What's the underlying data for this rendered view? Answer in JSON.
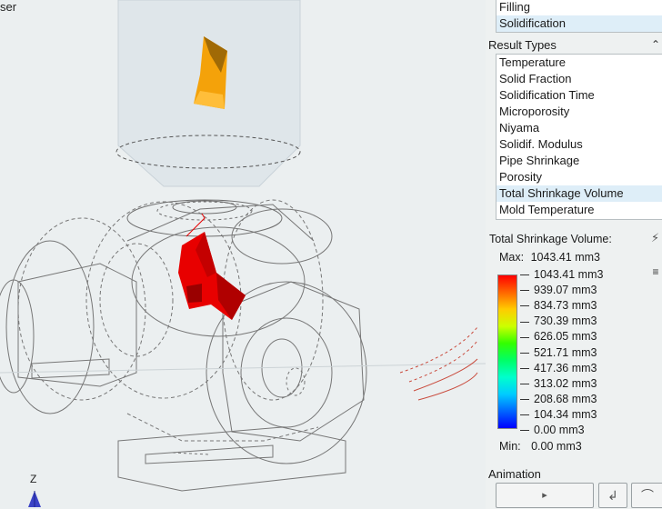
{
  "viewport": {
    "corner_label": "ser",
    "axis_label": "Z"
  },
  "top_list": {
    "items": [
      {
        "label": "Filling",
        "selected": false
      },
      {
        "label": "Solidification",
        "selected": true
      }
    ]
  },
  "result_types": {
    "title": "Result Types",
    "collapse_icon": "chevron-up-double-icon",
    "items": [
      {
        "label": "Temperature",
        "selected": false
      },
      {
        "label": "Solid Fraction",
        "selected": false
      },
      {
        "label": "Solidification Time",
        "selected": false
      },
      {
        "label": "Microporosity",
        "selected": false
      },
      {
        "label": "Niyama",
        "selected": false
      },
      {
        "label": "Solidif. Modulus",
        "selected": false
      },
      {
        "label": "Pipe Shrinkage",
        "selected": false
      },
      {
        "label": "Porosity",
        "selected": false
      },
      {
        "label": "Total Shrinkage Volume",
        "selected": true
      },
      {
        "label": "Mold Temperature",
        "selected": false
      }
    ]
  },
  "legend": {
    "title": "Total Shrinkage Volume:",
    "max_label": "Max:",
    "max_value": "1043.41 mm3",
    "min_label": "Min:",
    "min_value": "0.00 mm3",
    "ticks": [
      "1043.41 mm3",
      "939.07 mm3",
      "834.73 mm3",
      "730.39 mm3",
      "626.05 mm3",
      "521.71 mm3",
      "417.36 mm3",
      "313.02 mm3",
      "208.68 mm3",
      "104.34 mm3",
      "0.00 mm3"
    ],
    "gradient": [
      "#ff0000",
      "#ff6600",
      "#ffcc00",
      "#ccff00",
      "#33ff00",
      "#00ff66",
      "#00ffcc",
      "#00ccff",
      "#0066ff",
      "#0000ff"
    ],
    "icons": {
      "bolt": "bolt-icon",
      "menu": "menu-icon"
    }
  },
  "animation": {
    "title": "Animation",
    "play_icon": "play-icon",
    "step_icon": "step-icon",
    "curve_icon": "curve-icon"
  },
  "colors": {
    "defect_red": "#e80000",
    "defect_gold": "#f4a20a",
    "wire": "#6f6f6f",
    "selection": "#deeef8"
  }
}
